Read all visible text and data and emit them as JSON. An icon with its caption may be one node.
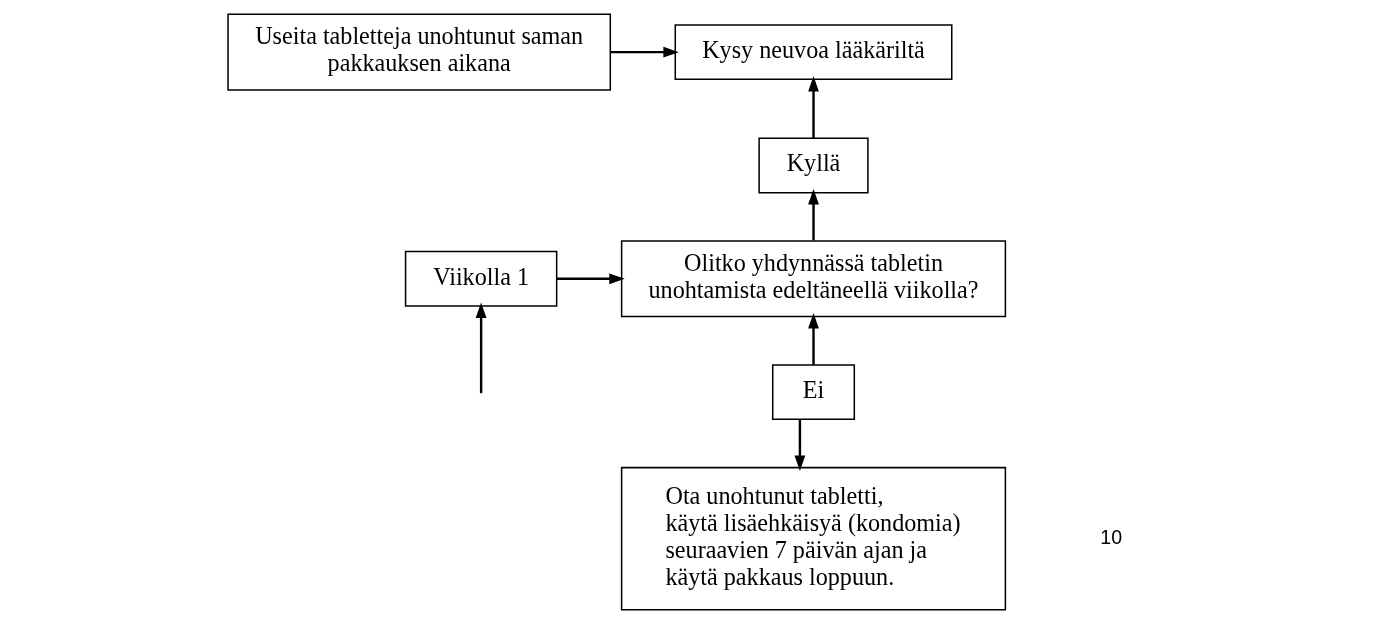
{
  "diagram": {
    "nodes": [
      {
        "text": [
          "Useita tabletteja unohtunut saman pakkauksen aikana"
        ]
      },
      {
        "text": [
          "Kysy neuvoa lääkäriltä"
        ]
      },
      {
        "text": [
          "Kyllä"
        ]
      },
      {
        "text": [
          "Viikolla 1"
        ]
      },
      {
        "text": [
          "Olitko yhdynnässä tabletin unohtamista edeltäneellä viikolla?"
        ]
      },
      {
        "text": [
          "Ei"
        ]
      },
      {
        "text": [
          "Ota unohtunut tabletti,",
          "käytä lisäehkäisyä (kondomia) seuraavien 7 päivän ajan ja",
          "käytä pakkaus loppuun."
        ]
      }
    ],
    "edges": [
      {
        "from": 0,
        "to": 1,
        "arrow": "to"
      },
      {
        "from": 2,
        "to": 1,
        "arrow": "to"
      },
      {
        "from": 4,
        "to": 2,
        "arrow": "to"
      },
      {
        "from": 3,
        "to": 4,
        "arrow": "to"
      },
      {
        "from": 5,
        "to": 4,
        "arrow": "to"
      },
      {
        "from": 5,
        "to": 6,
        "arrow": "to"
      },
      {
        "from": null,
        "to": 3,
        "arrow": "to"
      }
    ],
    "labels": [
      "10"
    ]
  }
}
